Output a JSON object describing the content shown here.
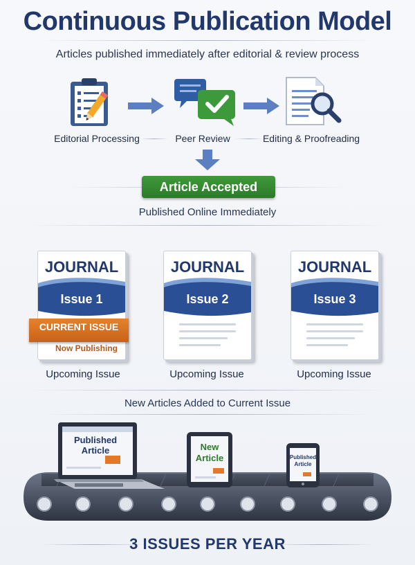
{
  "title": "Continuous Publication Model",
  "subtitle": "Articles published immediately after editorial & review process",
  "steps": [
    {
      "label": "Editorial Processing",
      "icon": "clipboard-pencil-icon"
    },
    {
      "label": "Peer Review",
      "icon": "chat-check-icon"
    },
    {
      "label": "Editing & Proofreading",
      "icon": "document-magnifier-icon"
    }
  ],
  "accepted_label": "Article Accepted",
  "published_online": "Published Online Immediately",
  "journal_word": "JOURNAL",
  "issues": [
    {
      "label": "Issue 1",
      "caption": "Upcoming Issue"
    },
    {
      "label": "Issue 2",
      "caption": "Upcoming Issue"
    },
    {
      "label": "Issue 3",
      "caption": "Upcoming Issue"
    }
  ],
  "current_issue_banner": "CURRENT ISSUE",
  "now_publishing": "Now Publishing",
  "new_articles_caption": "New Articles Added to Current Issue",
  "devices": {
    "laptop_line1": "Published",
    "laptop_line2": "Article",
    "tablet_line1": "New",
    "tablet_line2": "Article",
    "phone_line1": "Published",
    "phone_line2": "Article"
  },
  "footer": "3 ISSUES PER YEAR",
  "colors": {
    "navy": "#22376a",
    "green": "#2d7a2a",
    "orange": "#d96f22",
    "accent_blue": "#3a62a8"
  }
}
